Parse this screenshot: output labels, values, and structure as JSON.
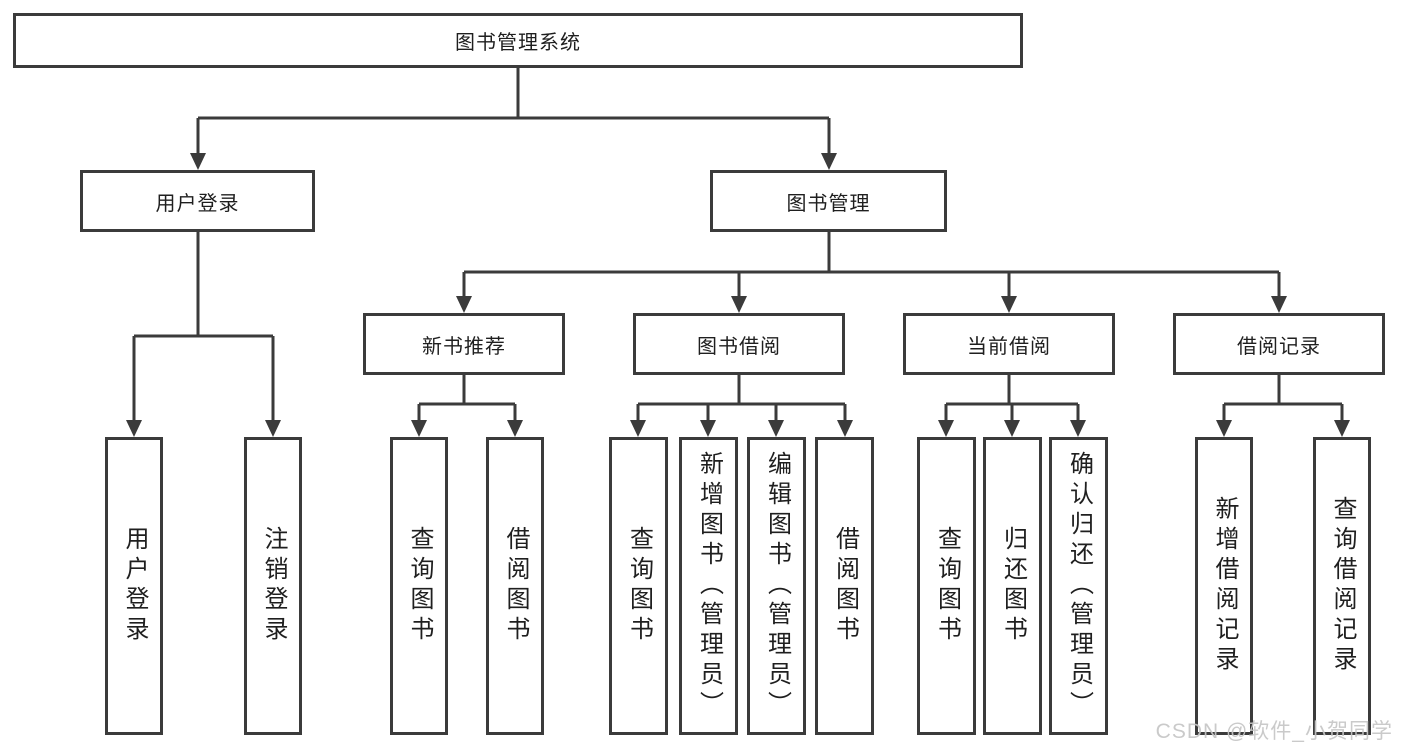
{
  "root": {
    "label": "图书管理系统"
  },
  "branches": [
    {
      "label": "用户登录",
      "children": [
        {
          "label": "用户登录"
        },
        {
          "label": "注销登录"
        }
      ]
    },
    {
      "label": "图书管理",
      "children": [
        {
          "label": "新书推荐",
          "children": [
            {
              "label": "查询图书"
            },
            {
              "label": "借阅图书"
            }
          ]
        },
        {
          "label": "图书借阅",
          "children": [
            {
              "label": "查询图书"
            },
            {
              "label": "新增图书（管理员）"
            },
            {
              "label": "编辑图书（管理员）"
            },
            {
              "label": "借阅图书"
            }
          ]
        },
        {
          "label": "当前借阅",
          "children": [
            {
              "label": "查询图书"
            },
            {
              "label": "归还图书"
            },
            {
              "label": "确认归还（管理员）"
            }
          ]
        },
        {
          "label": "借阅记录",
          "children": [
            {
              "label": "新增借阅记录"
            },
            {
              "label": "查询借阅记录"
            }
          ]
        }
      ]
    }
  ],
  "watermark": "CSDN @软件_小贺同学",
  "colors": {
    "line": "#3b3b3b",
    "text": "#1f1f1f",
    "watermark": "#c6c6c6",
    "background": "#ffffff"
  }
}
